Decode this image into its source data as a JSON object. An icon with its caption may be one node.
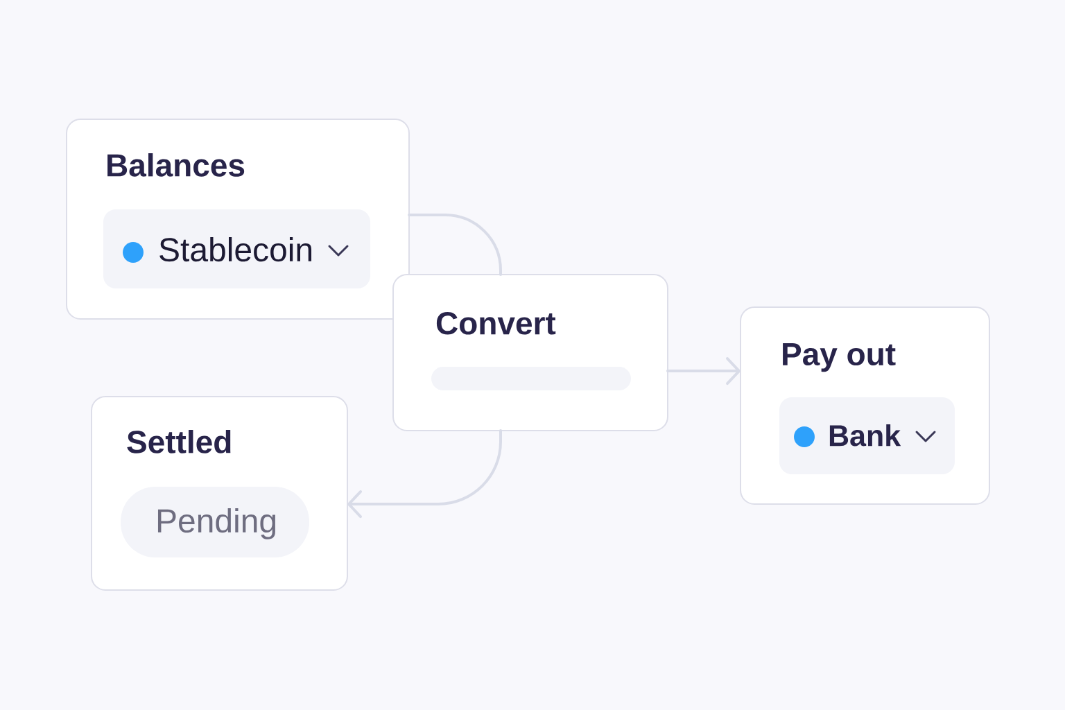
{
  "diagram": {
    "nodes": [
      {
        "text": [
          "Balances"
        ]
      },
      {
        "text": [
          "Stablecoin"
        ],
        "in": 0
      },
      {
        "text": [
          "Convert"
        ]
      },
      {
        "text": [],
        "shape": "bar",
        "in": 2
      },
      {
        "text": [
          "Pay out"
        ]
      },
      {
        "text": [
          "Bank"
        ],
        "in": 4
      },
      {
        "text": [
          "Settled"
        ]
      },
      {
        "text": [
          "Pending"
        ],
        "in": 6
      }
    ],
    "edges": [
      {
        "from": 0,
        "to": 2,
        "arrow": "none"
      },
      {
        "from": 2,
        "to": 4,
        "arrow": "to"
      },
      {
        "from": 2,
        "to": 6,
        "arrow": "to"
      }
    ]
  }
}
